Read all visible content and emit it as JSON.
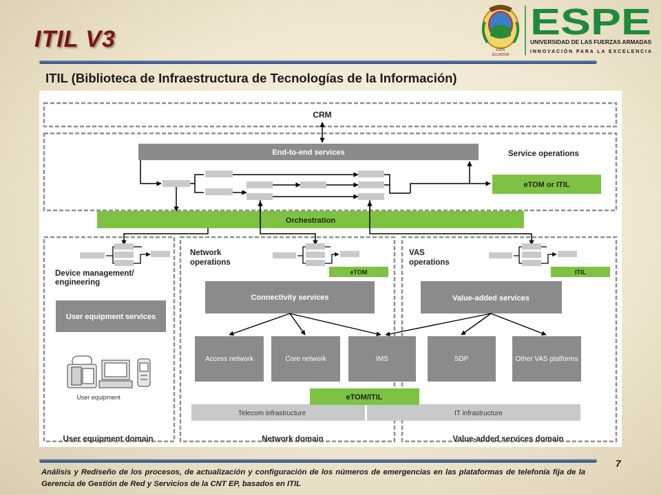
{
  "slide": {
    "title": "ITIL V3",
    "subtitle": "ITIL (Biblioteca de Infraestructura de Tecnologías de la Información)",
    "page_number": "7",
    "footer": "Análisis y Rediseño de los procesos, de actualización y configuración de los números de emergencias en las plataformas de telefonía fija de la Gerencia de Gestión de Red y Servicios de la CNT EP, basados en ITIL"
  },
  "logo": {
    "name": "ESPE",
    "line1": "UNIVERSIDAD DE LAS FUERZAS ARMADAS",
    "line2": "INNOVACIÓN PARA LA EXCELENCIA",
    "crest_text1": "ESPE",
    "crest_text2": "ECUADOR"
  },
  "diagram": {
    "crm": "CRM",
    "end_to_end": "End-to-end services",
    "service_operations": "Service operations",
    "etom_or_itil": "eTOM or ITIL",
    "orchestration": "Orchestration",
    "device_management_1": "Device management/",
    "device_management_2": "engineering",
    "user_equipment_services": "User equipment services",
    "user_equipment": "User equipment",
    "network_operations_1": "Network",
    "network_operations_2": "operations",
    "etom": "eTOM",
    "vas_operations_1": "VAS",
    "vas_operations_2": "operations",
    "itil": "ITIL",
    "connectivity_services": "Connectivity services",
    "value_added_services": "Value-added services",
    "access_network": "Access network",
    "core_network": "Core network",
    "ims": "IMS",
    "sdp": "SDP",
    "other_vas": "Other VAS platforms",
    "etom_itil": "eTOM/ITIL",
    "telecom_infrastructure": "Telecom infrastructure",
    "it_infrastructure": "IT infrastructure",
    "user_equipment_domain": "User equipment domain",
    "network_domain": "Network domain",
    "vas_domain": "Value-added services domain"
  },
  "colors": {
    "title": "#7a1414",
    "green": "#7dc242",
    "dark_gray_box": "#8b8b8b",
    "light_gray_box": "#c7c9cb",
    "logo_green": "#1f8a3b"
  }
}
